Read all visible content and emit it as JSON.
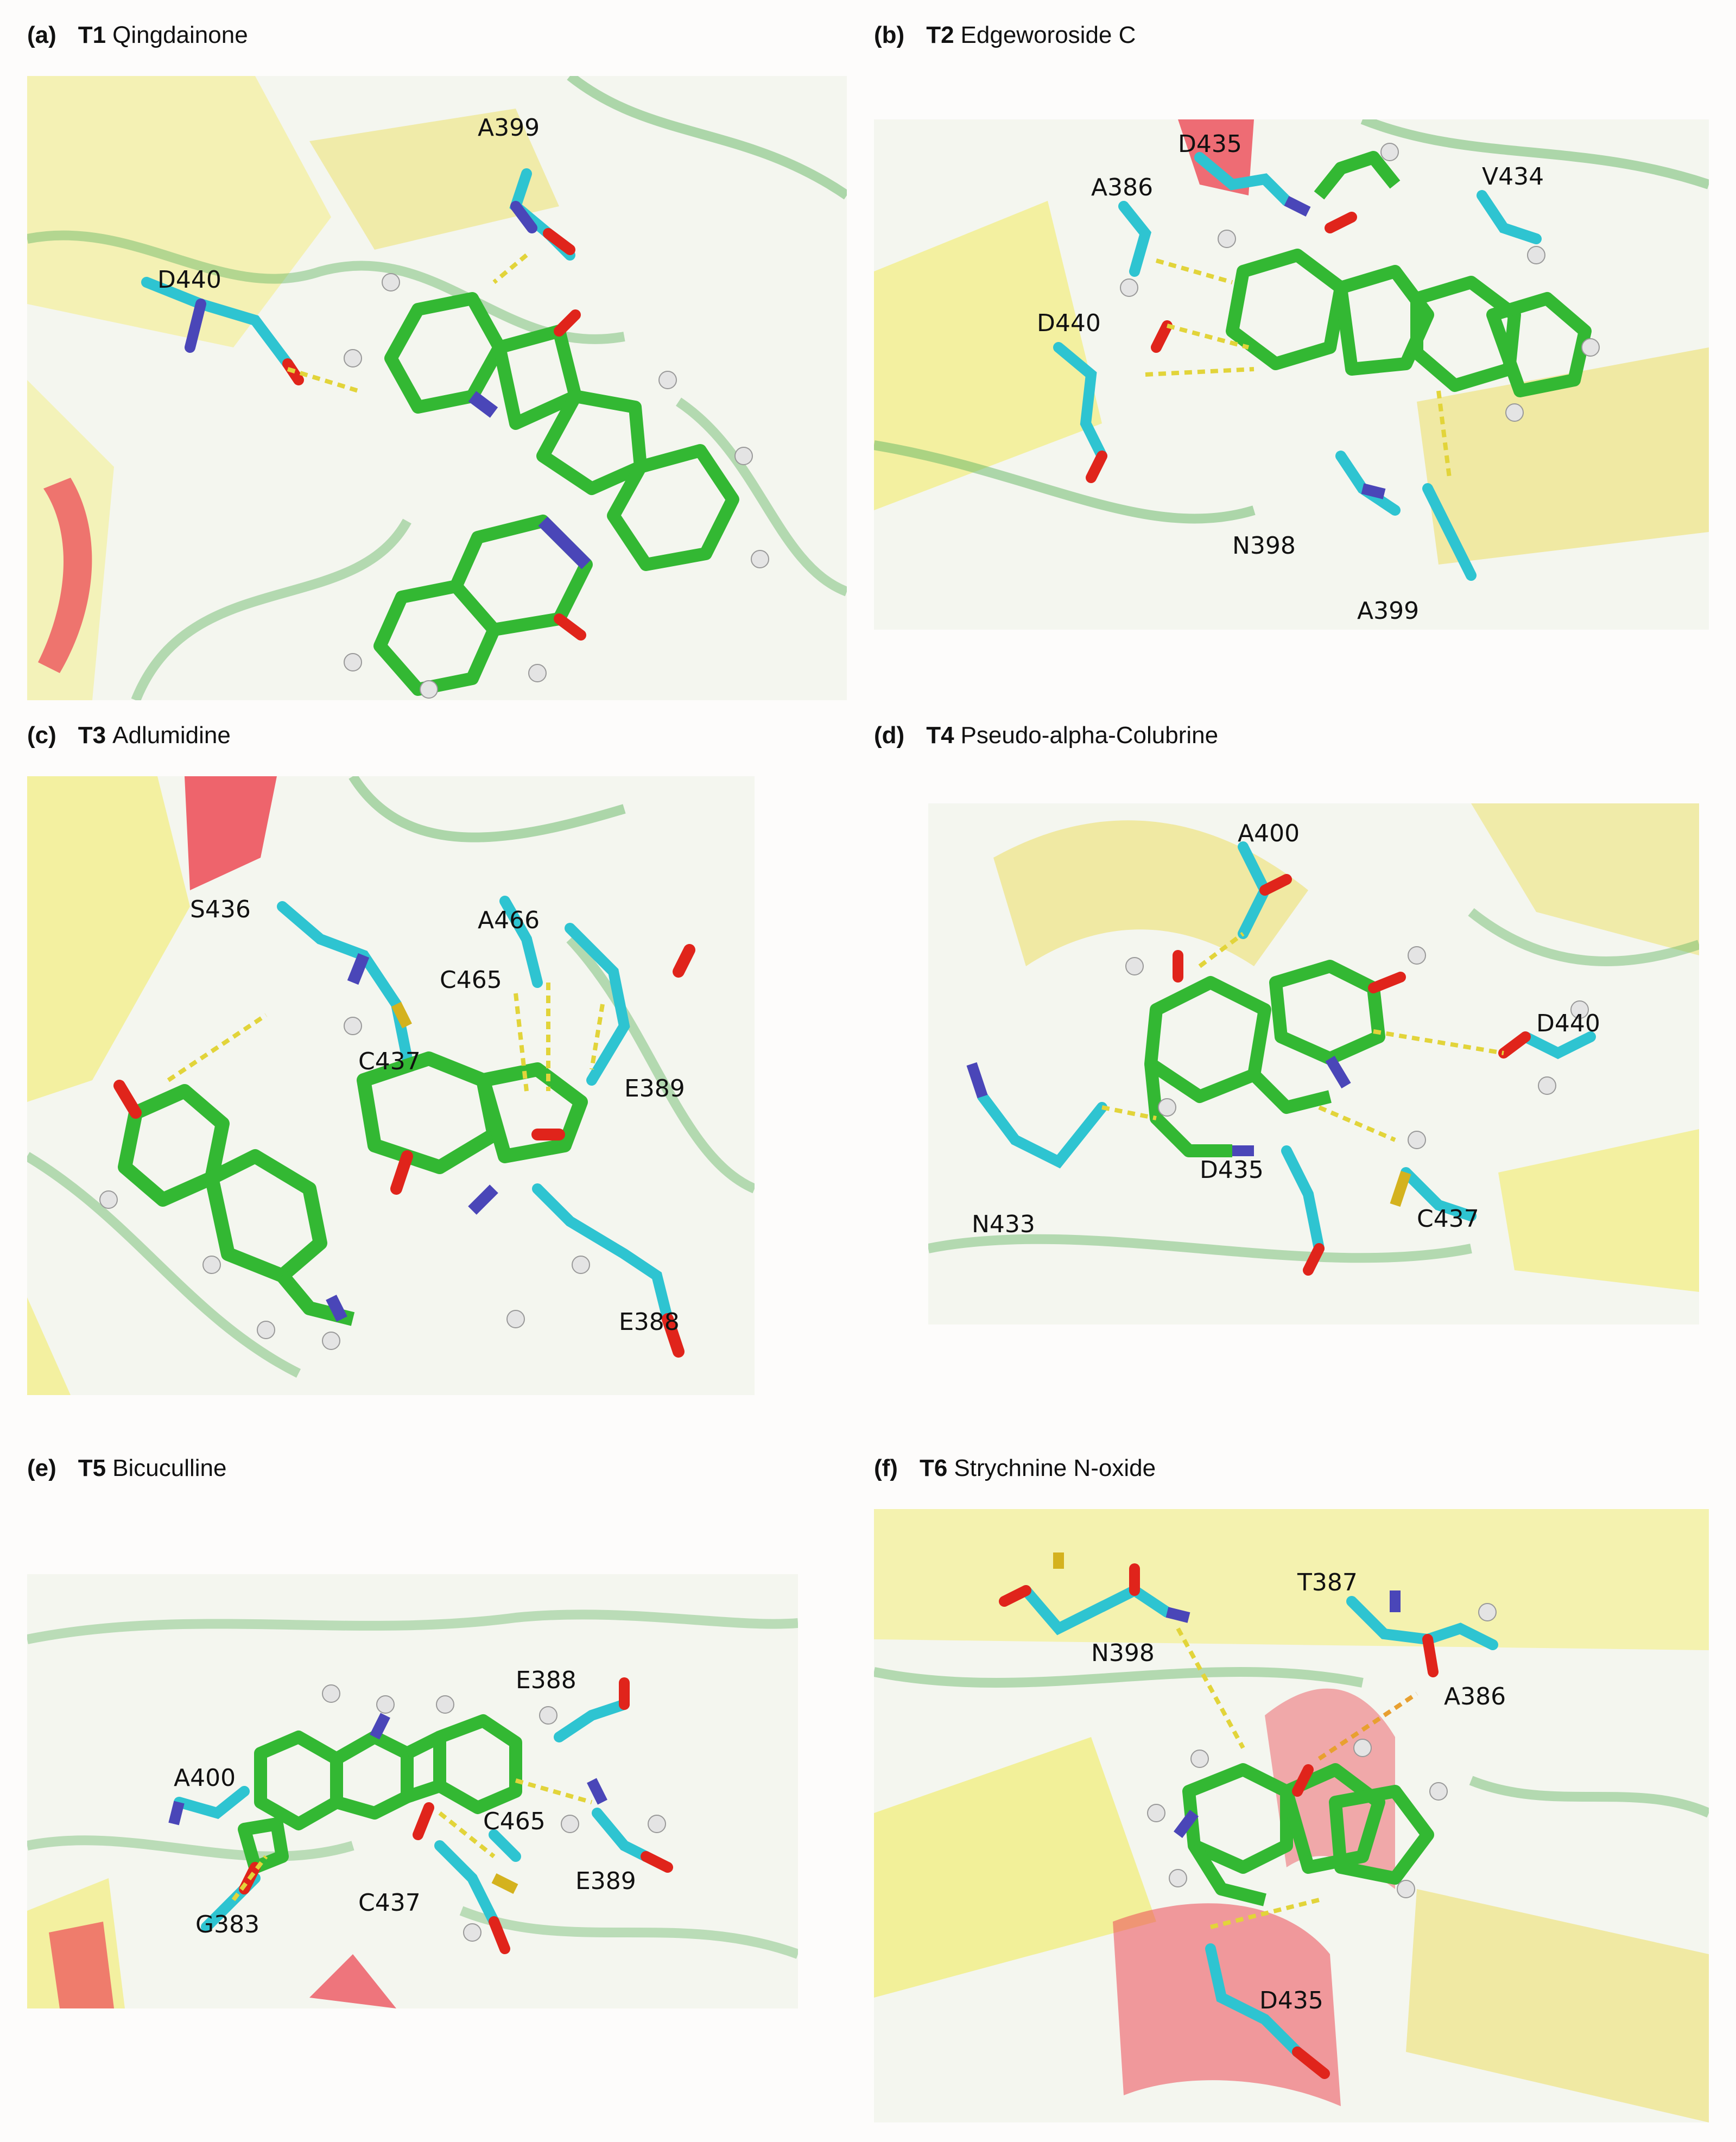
{
  "panels": [
    {
      "label": "(a)",
      "code": "T1",
      "name": "Qingdainone",
      "residues": [
        "A399",
        "D440"
      ]
    },
    {
      "label": "(b)",
      "code": "T2",
      "name": "Edgeworoside C",
      "residues": [
        "D435",
        "V434",
        "A386",
        "D440",
        "N398",
        "A399"
      ]
    },
    {
      "label": "(c)",
      "code": "T3",
      "name": "Adlumidine",
      "residues": [
        "S436",
        "A466",
        "C465",
        "C437",
        "E389",
        "E388"
      ]
    },
    {
      "label": "(d)",
      "code": "T4",
      "name": "Pseudo-alpha-Colubrine",
      "residues": [
        "A400",
        "D440",
        "D435",
        "N433",
        "C437"
      ]
    },
    {
      "label": "(e)",
      "code": "T5",
      "name": "Bicuculline",
      "residues": [
        "E388",
        "A400",
        "C465",
        "C437",
        "E389",
        "G383"
      ]
    },
    {
      "label": "(f)",
      "code": "T6",
      "name": "Strychnine N-oxide",
      "residues": [
        "T387",
        "N398",
        "A386",
        "D435"
      ]
    }
  ],
  "colors": {
    "ligand_carbon": "#33b833",
    "residue_carbon": "#2ec4d1",
    "oxygen": "#e0241b",
    "nitrogen": "#4a46b8",
    "sulfur": "#d4b21e",
    "hydrogen": "#e4e4e4",
    "hbond": "#e2d43a",
    "helix": "#ec4a55",
    "sheet": "#f1ec6a",
    "loop": "#55b055"
  }
}
